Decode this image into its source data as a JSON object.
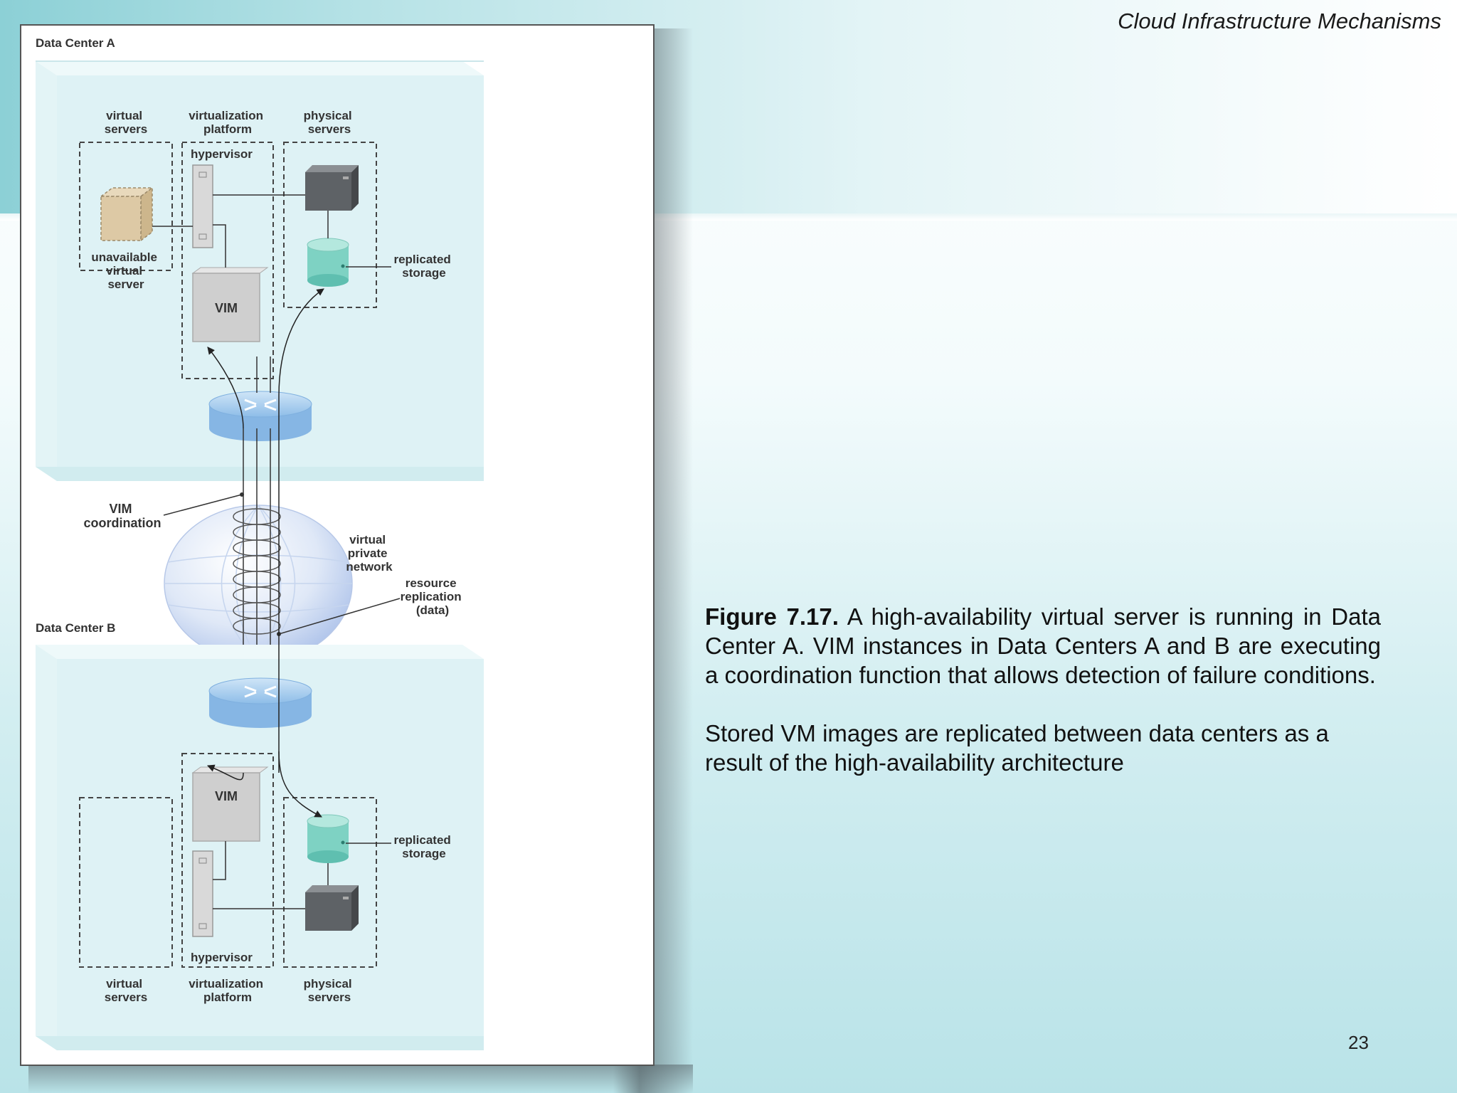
{
  "slide": {
    "title": "Cloud Infrastructure Mechanisms",
    "page_number": "23"
  },
  "caption": {
    "figure_label": "Figure 7.17.",
    "figure_text": "A high-availability virtual server is running in Data Center A. VIM instances in Data Centers A and B are executing a coordination function that allows detection of failure conditions.",
    "second_paragraph": "Stored VM images are replicated between data centers as a result of the high-availability architecture"
  },
  "diagram": {
    "data_center_a": {
      "title": "Data Center A",
      "col_virtual_servers": [
        "virtual",
        "servers"
      ],
      "col_virtualization_platform": [
        "virtualization",
        "platform"
      ],
      "col_physical_servers": [
        "physical",
        "servers"
      ],
      "hypervisor": "hypervisor",
      "unavailable_vs": [
        "unavailable",
        "virtual",
        "server"
      ],
      "vim": "VIM",
      "replicated_storage": [
        "replicated",
        "storage"
      ]
    },
    "middle": {
      "vim_coordination": [
        "VIM",
        "coordination"
      ],
      "vpn": [
        "virtual",
        "private",
        "network"
      ],
      "resource_replication": [
        "resource",
        "replication",
        "(data)"
      ]
    },
    "data_center_b": {
      "title": "Data Center B",
      "col_virtual_servers": [
        "virtual",
        "servers"
      ],
      "col_virtualization_platform": [
        "virtualization",
        "platform"
      ],
      "col_physical_servers": [
        "physical",
        "servers"
      ],
      "hypervisor": "hypervisor",
      "vim": "VIM",
      "replicated_storage": [
        "replicated",
        "storage"
      ]
    },
    "colors": {
      "room": "#dcf1f4",
      "storage": "#7ed2c3",
      "router": "#9cc8ec",
      "server": "#5e6266",
      "vim_box": "#cfcfcf",
      "unavailable_vs": "#ddc9a5"
    }
  }
}
